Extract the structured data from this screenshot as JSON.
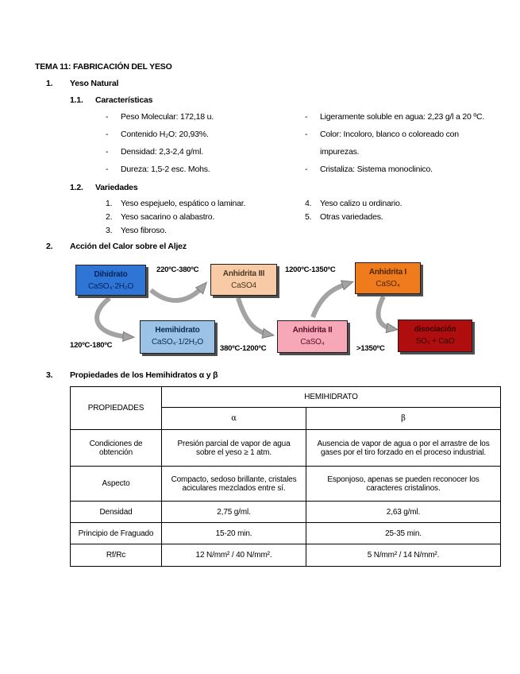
{
  "page": {
    "title": "TEMA 11:  FABRICACIÓN DEL YESO"
  },
  "bullets": {
    "dash": "-"
  },
  "sections": {
    "yeso_natural": {
      "num": "1.",
      "title": "Yeso Natural"
    },
    "caracteristicas": {
      "num": "1.1.",
      "title": "Características"
    },
    "variedades": {
      "num": "1.2.",
      "title": "Variedades"
    },
    "accion_calor": {
      "num": "2.",
      "title": "Acción del Calor sobre el Aljez"
    },
    "propiedades": {
      "num": "3.",
      "title": "Propiedades de los Hemihidratos α y β"
    }
  },
  "caracteristicas": {
    "left": [
      "Peso Molecular: 172,18 u.",
      "Contenido H₂O: 20,93%.",
      "Densidad: 2,3-2,4 g/ml.",
      "Dureza: 1,5-2 esc. Mohs."
    ],
    "right": [
      "Ligeramente soluble en agua: 2,23 g/l a 20 ºC.",
      "Color: Incoloro, blanco o coloreado con impurezas.",
      "Cristaliza: Sistema monoclinico."
    ]
  },
  "variedades": {
    "left": [
      {
        "num": "1.",
        "text": "Yeso espejuelo, espático o laminar."
      },
      {
        "num": "2.",
        "text": "Yeso sacarino o alabastro."
      },
      {
        "num": "3.",
        "text": "Yeso fibroso."
      }
    ],
    "right": [
      {
        "num": "4.",
        "text": "Yeso calizo u ordinario."
      },
      {
        "num": "5.",
        "text": "Otras variedades."
      }
    ]
  },
  "diagram": {
    "boxes": {
      "dihidrato": {
        "title": "Dihidrato",
        "formula": "CaSO₄·2H₂O",
        "bg": "#2E75D6",
        "text": "#06235C"
      },
      "anhidrita3": {
        "title": "Anhidrita III",
        "formula": "CaSO4",
        "bg": "#F8CBA6",
        "text": "#473723"
      },
      "anhidrita1": {
        "title": "Anhidrita I",
        "formula": "CaSO₄",
        "bg": "#F07B1D",
        "text": "#4E2605"
      },
      "hemihidrato": {
        "title": "Hemihidrato",
        "formula": "CaSO₄·1/2H₂O",
        "bg": "#9CC3E5",
        "text": "#0A2A52"
      },
      "anhidrita2": {
        "title": "Anhidrita II",
        "formula": "CaSO₄",
        "bg": "#F6A8B8",
        "text": "#581323"
      },
      "disociacion": {
        "title": "disociación",
        "formula": "SO₃ + CaO",
        "bg": "#B00E0E",
        "text": "#330000"
      }
    },
    "temps": {
      "t220_380": "220ºC-380ºC",
      "t1200_1350": "1200ºC-1350ºC",
      "t120_180": "120ºC-180ºC",
      "t380_1200": "380ºC-1200ºC",
      "t_gt1350": ">1350ºC"
    }
  },
  "table": {
    "headers": {
      "propiedades": "PROPIEDADES",
      "hemihidrato": "HEMIHIDRATO",
      "alpha": "α",
      "beta": "β"
    },
    "rows": [
      {
        "prop": "Condiciones de obtención",
        "alpha": "Presión parcial de vapor de agua sobre el yeso ≥ 1 atm.",
        "beta": "Ausencia de vapor de agua o por el arrastre de los gases por el tiro forzado en el proceso industrial."
      },
      {
        "prop": "Aspecto",
        "alpha": "Compacto, sedoso brillante, cristales aciculares mezclados entre sí.",
        "beta": "Esponjoso, apenas se pueden reconocer los caracteres cristalinos."
      },
      {
        "prop": "Densidad",
        "alpha": "2,75 g/ml.",
        "beta": "2,63 g/ml."
      },
      {
        "prop": "Principio de Fraguado",
        "alpha": "15-20 min.",
        "beta": "25-35 min."
      },
      {
        "prop": "Rf/Rc",
        "alpha": "12 N/mm² / 40 N/mm².",
        "beta": "5 N/mm² / 14 N/mm²."
      }
    ]
  }
}
